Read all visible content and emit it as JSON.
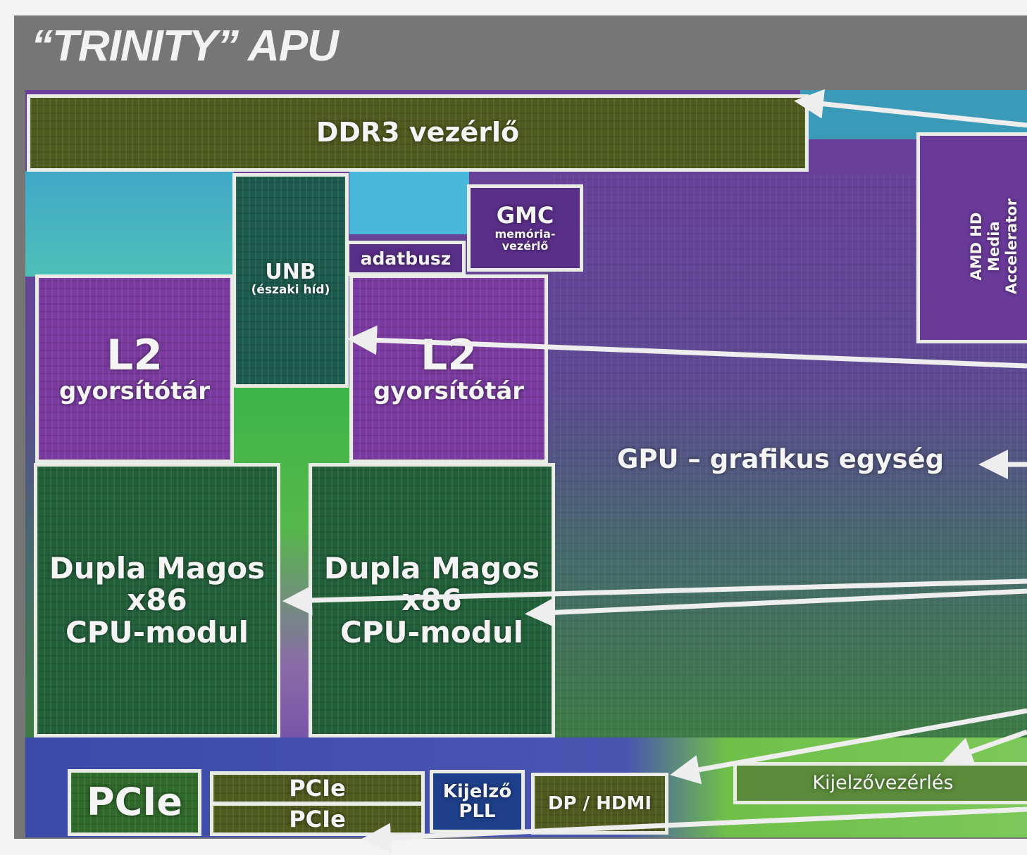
{
  "title": "“TRINITY” APU",
  "blocks": {
    "ddr3": {
      "label": "DDR3 vezérlő"
    },
    "media": {
      "line1": "AMD HD",
      "line2": "Media",
      "line3": "Accelerator"
    },
    "gmc": {
      "title": "GMC",
      "sub1": "memória-",
      "sub2": "vezérlő"
    },
    "adatbusz": {
      "label": "adatbusz"
    },
    "unb": {
      "title": "UNB",
      "sub": "(északi híd)"
    },
    "l2_left": {
      "title": "L2",
      "sub": "gyorsítótár"
    },
    "l2_right": {
      "title": "L2",
      "sub": "gyorsítótár"
    },
    "gpu": {
      "label": "GPU – grafikus egység"
    },
    "cpu_left": {
      "line1": "Dupla Magos",
      "line2": "x86",
      "line3": "CPU-modul"
    },
    "cpu_right": {
      "line1": "Dupla Magos",
      "line2": "x86",
      "line3": "CPU-modul"
    },
    "pcie_big": {
      "label": "PCIe"
    },
    "pcie_top": {
      "label": "PCIe"
    },
    "pcie_bottom": {
      "label": "PCIe"
    },
    "kijelzo_pll": {
      "line1": "Kijelző",
      "line2": "PLL"
    },
    "dp_hdmi": {
      "label": "DP / HDMI"
    },
    "kijelzovezerles": {
      "label": "Kijelzővezérlés"
    }
  },
  "colors": {
    "border": "#e9ece4",
    "ddr3_fill": "#4f5a1e",
    "cpu_fill": "#22603a",
    "l2_fill": "#7a3aa0",
    "unb_fill": "#1c5a4c"
  }
}
